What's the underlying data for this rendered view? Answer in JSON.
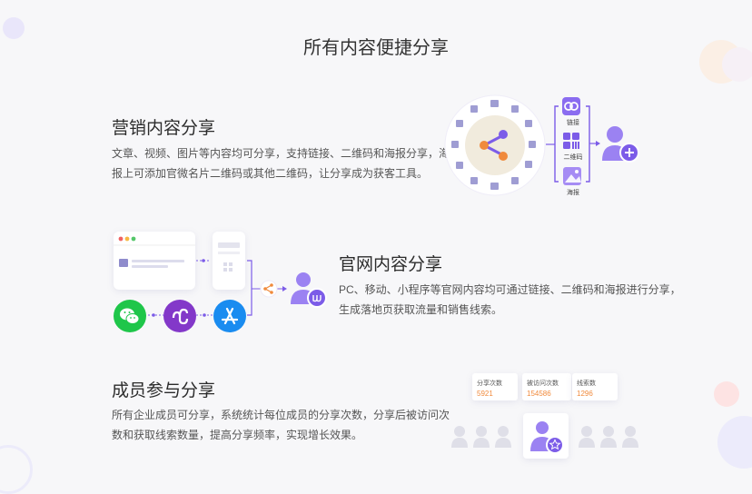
{
  "page_title": "所有内容便捷分享",
  "marketing": {
    "title": "营销内容分享",
    "desc_line1": "文章、视频、图片等内容均可分享，支持链接、二维码和海报分享，海",
    "desc_line2": "报上可添加官微名片二维码或其他二维码，让分享成为获客工具。",
    "labels": {
      "link": "链接",
      "qrcode": "二维码",
      "poster": "海报"
    }
  },
  "website": {
    "title": "官网内容分享",
    "desc_line1": "PC、移动、小程序等官网内容均可通过链接、二维码和海报进行分享，",
    "desc_line2": "生成落地页获取流量和销售线索。"
  },
  "member": {
    "title": "成员参与分享",
    "desc_line1": "所有企业成员可分享，系统统计每位成员的分享次数，分享后被访问次",
    "desc_line2": "数和获取线索数量，提高分享频率，实现增长效果。",
    "stats": [
      {
        "label": "分享次数",
        "value": "5921"
      },
      {
        "label": "被访问次数",
        "value": "154586"
      },
      {
        "label": "线索数",
        "value": "1296"
      }
    ]
  },
  "colors": {
    "purple": "#7c5ce8",
    "orange": "#f08a3c",
    "wechat_green": "#1fc64a",
    "appstore_blue": "#1a8cf0"
  }
}
